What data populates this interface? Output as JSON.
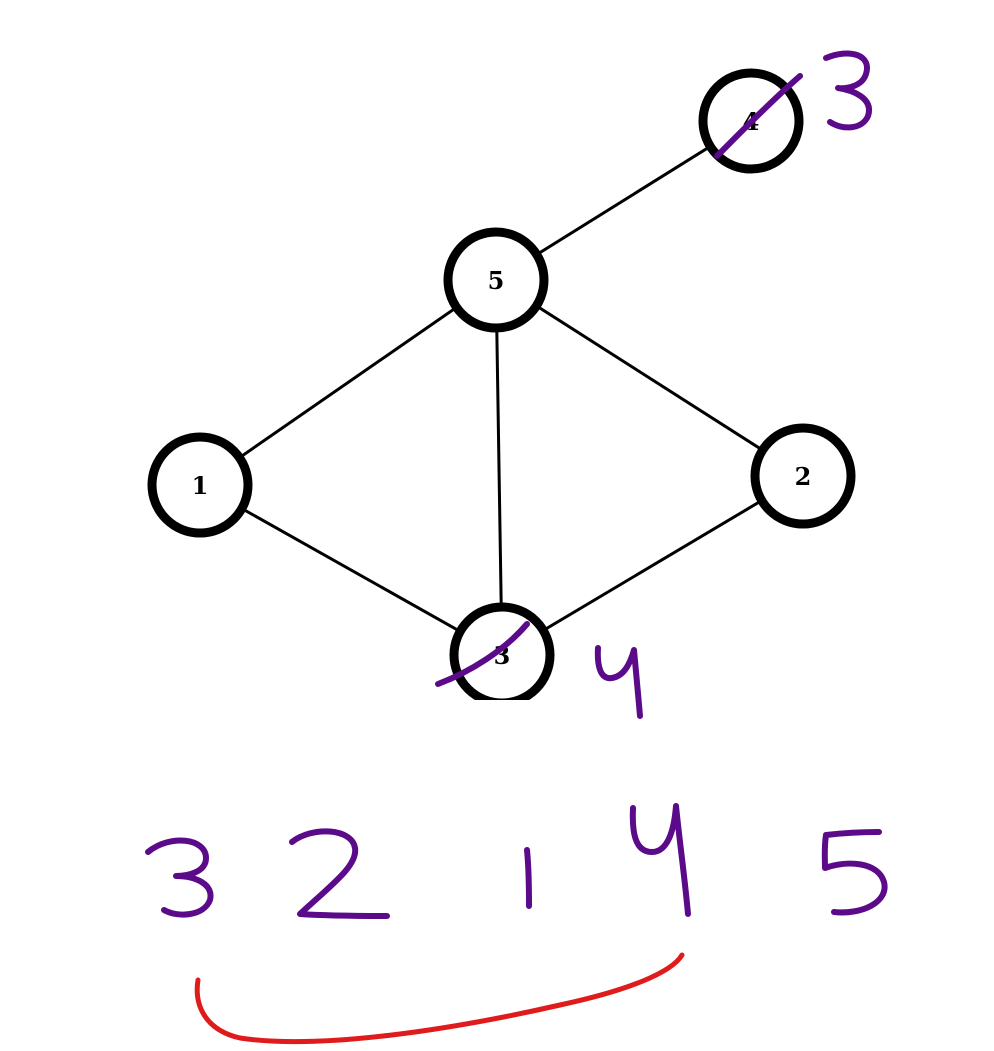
{
  "graph": {
    "nodes": [
      {
        "id": "1",
        "label": "1"
      },
      {
        "id": "2",
        "label": "2"
      },
      {
        "id": "3",
        "label": "3"
      },
      {
        "id": "4",
        "label": "4"
      },
      {
        "id": "5",
        "label": "5"
      }
    ],
    "edges": [
      [
        "4",
        "5"
      ],
      [
        "5",
        "1"
      ],
      [
        "5",
        "3"
      ],
      [
        "5",
        "2"
      ],
      [
        "1",
        "3"
      ],
      [
        "3",
        "2"
      ]
    ]
  },
  "annotations": {
    "node4_relabel": "3",
    "node3_relabel": "4",
    "ordering": [
      "3",
      "2",
      "1",
      "4",
      "5"
    ],
    "ink_color": "#5b0a8a",
    "bracket_color": "#e01b1b"
  }
}
